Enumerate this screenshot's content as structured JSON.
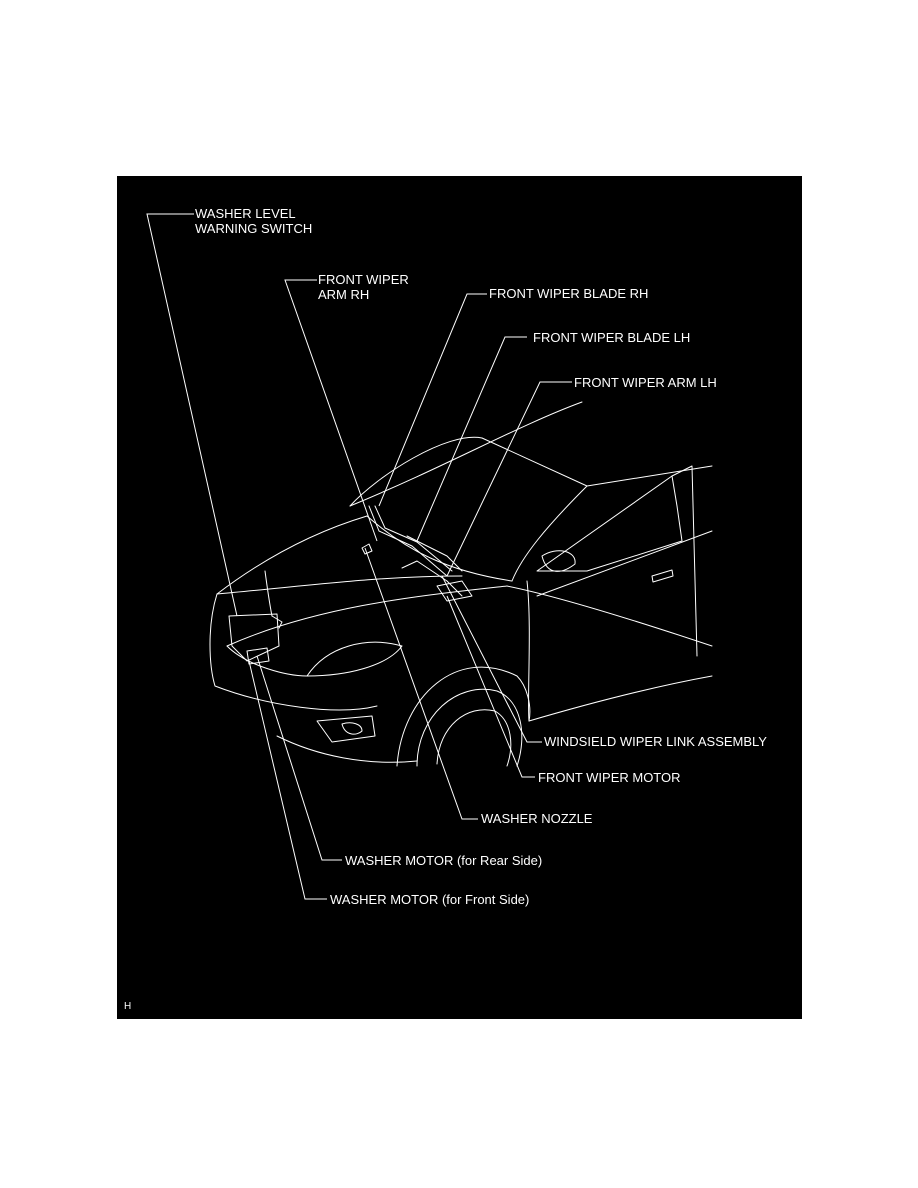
{
  "figure_code": "H",
  "labels": {
    "washer_level_warning_switch": "WASHER LEVEL\nWARNING SWITCH",
    "front_wiper_arm_rh": "FRONT WIPER\nARM RH",
    "front_wiper_blade_rh": "FRONT WIPER BLADE RH",
    "front_wiper_blade_lh": "FRONT WIPER BLADE LH",
    "front_wiper_arm_lh": "FRONT WIPER ARM LH",
    "windshield_wiper_link_assembly": "WINDSIELD WIPER LINK ASSEMBLY",
    "front_wiper_motor": "FRONT WIPER MOTOR",
    "washer_nozzle": "WASHER NOZZLE",
    "washer_motor_rear": "WASHER MOTOR (for Rear Side)",
    "washer_motor_front": "WASHER MOTOR (for Front Side)"
  },
  "colors": {
    "background": "#000000",
    "line": "#ffffff"
  }
}
